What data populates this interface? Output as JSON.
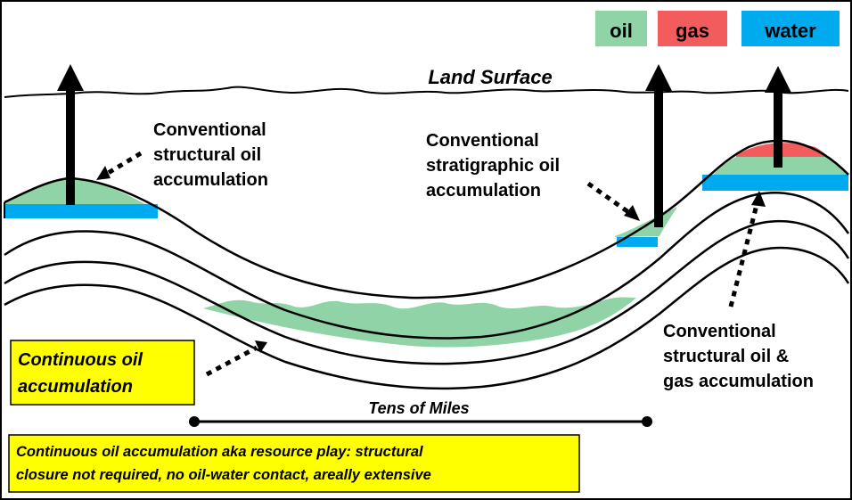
{
  "legend": {
    "oil": {
      "label": "oil",
      "color": "#8fd3a6"
    },
    "gas": {
      "label": "gas",
      "color": "#f25c5c"
    },
    "water": {
      "label": "water",
      "color": "#00aaee"
    }
  },
  "labels": {
    "land_surface": "Land Surface",
    "structural_oil": [
      "Conventional",
      "structural oil",
      "accumulation"
    ],
    "stratigraphic_oil": [
      "Conventional",
      "stratigraphic oil",
      "accumulation"
    ],
    "structural_oil_gas": [
      "Conventional",
      "structural oil &",
      "gas accumulation"
    ],
    "continuous_oil": [
      "Continuous oil",
      "accumulation"
    ],
    "scale": "Tens of Miles",
    "note": [
      "Continuous oil accumulation aka resource play: structural",
      "closure not required, no oil-water contact, areally extensive"
    ]
  },
  "colors": {
    "oil": "#8fd3a6",
    "gas": "#f25c5c",
    "water": "#00aaee",
    "callout": "#ffff00"
  }
}
